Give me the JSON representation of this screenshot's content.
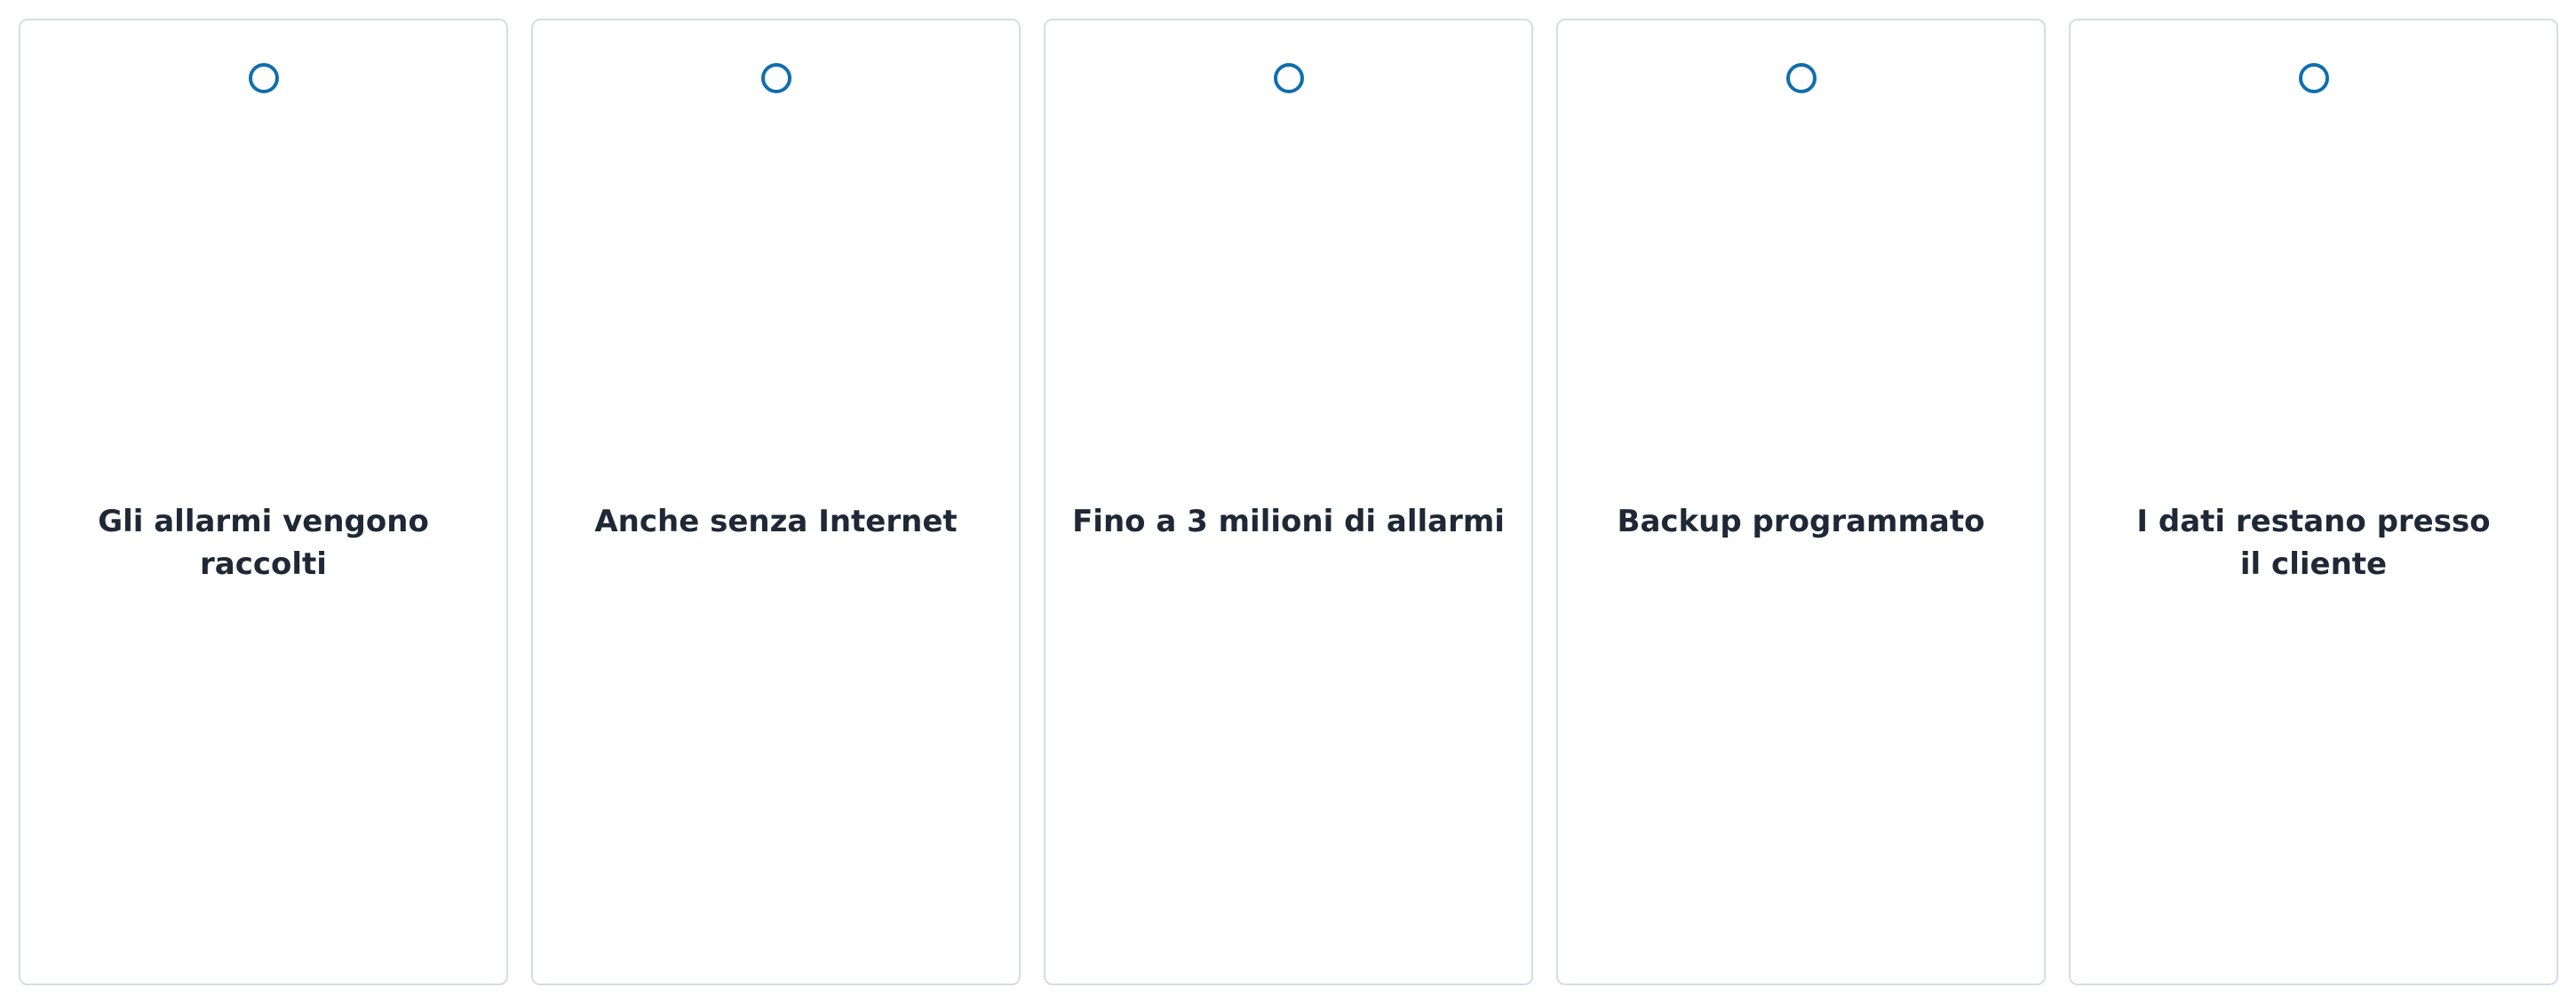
{
  "options": [
    {
      "label": "Gli allarmi vengono raccolti",
      "selected": false
    },
    {
      "label": "Anche senza Internet",
      "selected": false
    },
    {
      "label": "Fino a 3 milioni di allarmi",
      "selected": false
    },
    {
      "label": "Backup programmato",
      "selected": false
    },
    {
      "label": "I dati restano presso\nil cliente",
      "selected": false
    }
  ],
  "colors": {
    "accent": "#0f6fad",
    "border": "#d5dde5",
    "text": "#1e2836"
  },
  "icons": [
    "radio-unchecked-icon"
  ]
}
